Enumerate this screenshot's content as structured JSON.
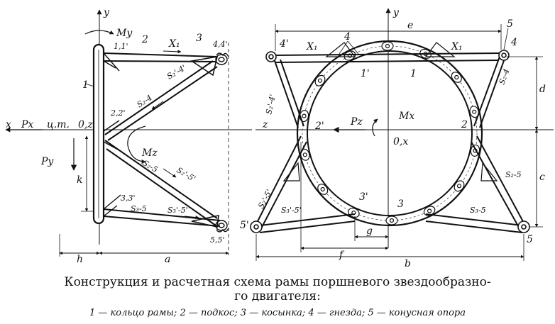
{
  "caption": {
    "line1": "Конструкция и расчетная схема рамы поршневого звездообразно-",
    "line2": "го двигателя:",
    "legend": "1 — кольцо рамы;  2 — подкос;  3 — косынка;  4 — гнезда;  5 — конусная опора"
  },
  "left_view": {
    "axis_y": "y",
    "moment_y": "Mу",
    "axis_x": "x",
    "force_x": "Pх",
    "cg": "ц.т.",
    "origin": "0,z",
    "force_y": "Pу",
    "moment_z": "Mz",
    "label_1": "1",
    "label_11": "1,1'",
    "label_2": "2",
    "label_x1": "X₁",
    "label_3": "3",
    "label_44": "4,4'",
    "label_s24_upper": "S₂'-4'",
    "label_s24": "S₂-4",
    "label_22": "2,2'",
    "label_s25": "S₂-5",
    "label_s25p": "S₂'-5'",
    "label_33": "3,3'",
    "label_s35": "S₃-5",
    "label_s35p": "S₃'-5'",
    "label_55": "5,5'",
    "dim_k": "k",
    "dim_h": "h",
    "dim_a": "a"
  },
  "right_view": {
    "axis_y": "y",
    "dim_e": "e",
    "label_5_top": "5",
    "label_4_top": "4",
    "label_4p": "4'",
    "label_x1_left": "X₁",
    "label_4_gnezda": "4",
    "label_x1_right": "X₁",
    "label_1p": "1'",
    "label_1": "1",
    "label_s24p": "S₂'-4'",
    "label_s24": "S₂-4",
    "dim_d": "d",
    "label_2p": "2'",
    "force_z": "Pz",
    "moment_x": "Mх",
    "label_2": "2",
    "axis_z": "z",
    "origin": "0,x",
    "dim_c": "c",
    "label_s25p": "S₂'-5'",
    "label_s25": "S₂-5",
    "label_s35p": "S₃'-5'",
    "label_3p": "3'",
    "label_3": "3",
    "label_s35": "S₃-5",
    "label_5p": "5'",
    "label_5": "5",
    "dim_g": "g",
    "dim_f": "f",
    "dim_b": "b"
  },
  "colors": {
    "ink": "#111111",
    "paper": "#ffffff"
  }
}
